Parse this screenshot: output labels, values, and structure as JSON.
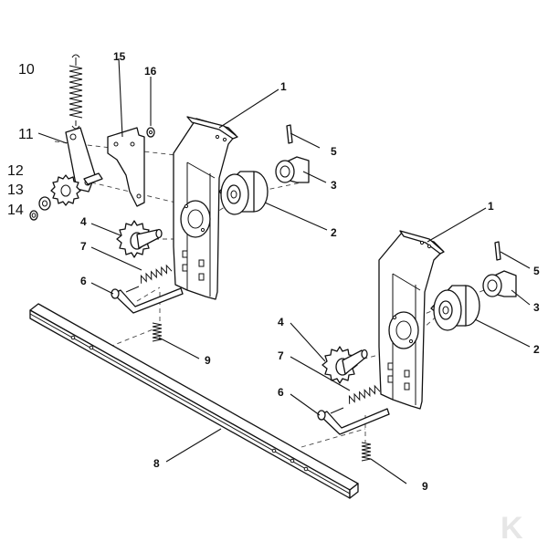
{
  "labels": {
    "l1a": "1",
    "l1b": "1",
    "l2a": "2",
    "l2b": "2",
    "l3a": "3",
    "l3b": "3",
    "l4a": "4",
    "l4b": "4",
    "l5a": "5",
    "l5b": "5",
    "l6a": "6",
    "l6b": "6",
    "l7a": "7",
    "l7b": "7",
    "l8": "8",
    "l9a": "9",
    "l9b": "9",
    "l10": "10",
    "l11": "11",
    "l12": "12",
    "l13": "13",
    "l14": "14",
    "l15": "15",
    "l16": "16"
  },
  "logo_text": "K",
  "colors": {
    "ink": "#111111",
    "watermark": "#e6e6e6"
  }
}
